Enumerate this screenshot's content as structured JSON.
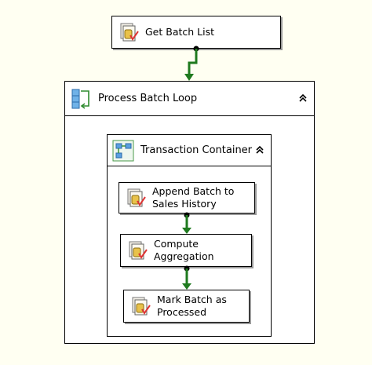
{
  "tasks": {
    "get_batch_list": "Get Batch List",
    "append_batch": "Append Batch to\nSales History",
    "compute_aggregation": "Compute\nAggregation",
    "mark_batch": "Mark Batch as\nProcessed"
  },
  "containers": {
    "process_batch_loop": "Process Batch Loop",
    "transaction_container": "Transaction Container"
  },
  "icons": {
    "task": "execute-sql-task-icon",
    "loop": "foreach-loop-icon",
    "sequence": "sequence-container-icon",
    "collapse": "collapse-chevron-icon"
  },
  "colors": {
    "background": "#fffff2",
    "precedence_success": "#1f7a1f"
  }
}
